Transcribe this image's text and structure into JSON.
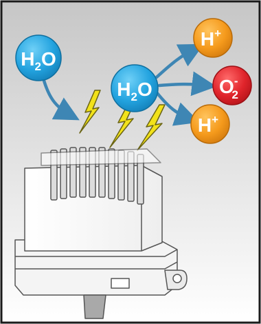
{
  "molecules": {
    "water_left": {
      "label": "H",
      "sub": "2",
      "tail": "O"
    },
    "water_center": {
      "label": "H",
      "sub": "2",
      "tail": "O"
    },
    "proton_top": {
      "label": "H",
      "sup": "+"
    },
    "oxygen_ion": {
      "label": "O",
      "sup": "-",
      "sub": "2"
    },
    "proton_bottom": {
      "label": "H",
      "sup": "+"
    }
  },
  "colors": {
    "water": "#2aa6e0",
    "proton": "#f39a1e",
    "oxygen": "#e0242b",
    "arrow": "#3e86b4",
    "bolt": "#f2e21a",
    "background_top": "#c9c9c9",
    "background_bottom": "#ffffff"
  },
  "icons": [
    "lightning-bolt-icon",
    "curved-arrow-icon",
    "electrolysis-device-icon"
  ]
}
